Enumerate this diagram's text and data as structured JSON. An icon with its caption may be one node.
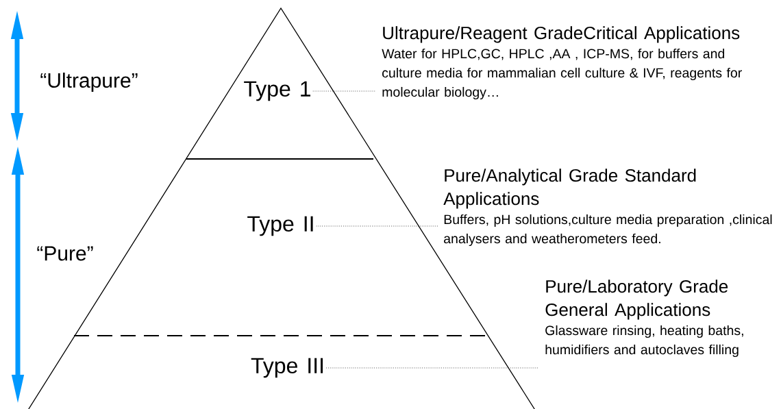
{
  "diagram": {
    "nodes": [
      {
        "text": [
          "Type 1"
        ]
      },
      {
        "text": [
          "Ultrapure/Reagent GradeCritical Applications",
          "Water for HPLC,GC, HPLC ,AA , ICP-MS, for buffers and culture media for mammalian cell culture & IVF, reagents for molecular biology…"
        ]
      },
      {
        "text": [
          "Type II"
        ]
      },
      {
        "text": [
          "Pure/Analytical Grade Standard Applications",
          "Buffers, pH solutions,culture media preparation ,clinical analysers and weatherometers feed."
        ]
      },
      {
        "text": [
          "Type III"
        ]
      },
      {
        "text": [
          "Pure/Laboratory Grade General Applications",
          "Glassware rinsing, heating baths, humidifiers and autoclaves filling"
        ]
      }
    ],
    "edges": [
      {
        "from": 0,
        "to": 1,
        "arrow": "none"
      },
      {
        "from": 2,
        "to": 3,
        "arrow": "none"
      },
      {
        "from": 4,
        "to": 5,
        "arrow": "none"
      }
    ],
    "labels": [
      "“Ultrapure”",
      "“Pure”"
    ]
  }
}
